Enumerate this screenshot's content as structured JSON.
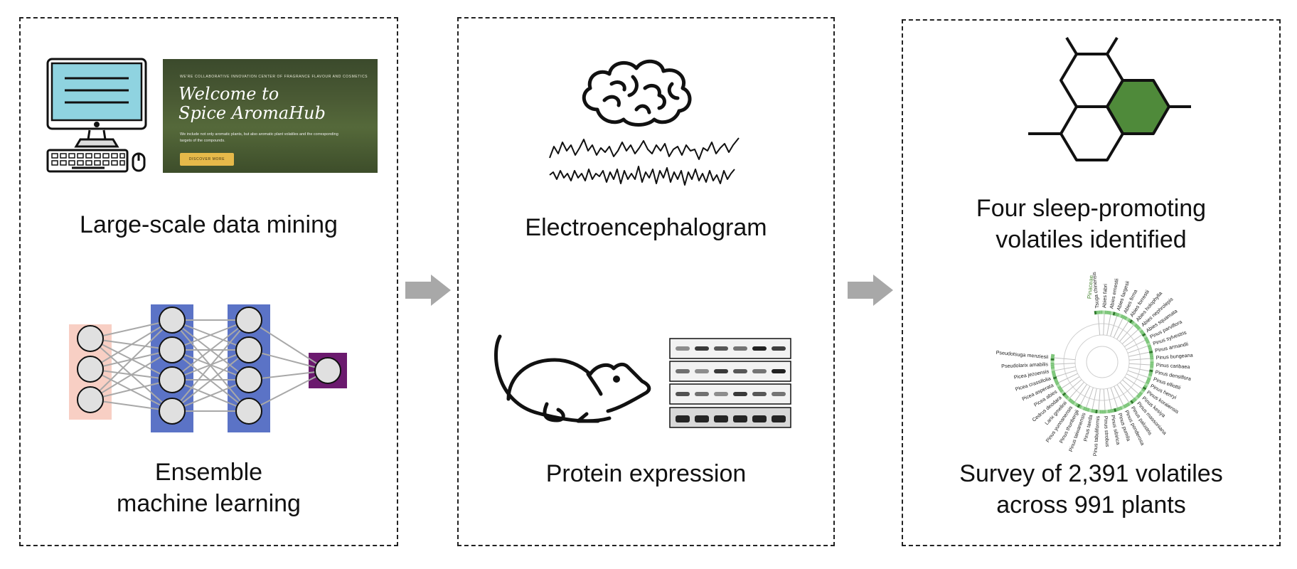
{
  "panels": {
    "mining": {
      "label": "Large-scale data mining",
      "banner": {
        "tagline": "WE'RE COLLABORATIVE INNOVATION CENTER OF FRAGRANCE FLAVOUR AND COSMETICS",
        "title": "Welcome to\nSpice AromaHub",
        "description": "We include not only aromatic plants, but also aromatic plant volatiles and the corresponding targets of the compounds.",
        "button": "DISCOVER MORE"
      }
    },
    "ml": {
      "label": "Ensemble\nmachine learning"
    },
    "eeg": {
      "label": "Electroencephalogram"
    },
    "protein": {
      "label": "Protein expression"
    },
    "volatiles": {
      "label": "Four sleep-promoting\nvolatiles identified"
    },
    "survey": {
      "label": "Survey of 2,391 volatiles\nacross 991 plants",
      "tree_family": "Pinaceae",
      "tree_species": [
        "Tsuga chinensis",
        "Abies fabri",
        "Abies ernestii",
        "Abies fargesii",
        "Abies firma",
        "Abies forrestii",
        "Abies holophylla",
        "Abies nephrolepis",
        "Abies squamata",
        "Pinus parviflora",
        "Pinus sylvestris",
        "Pinus armandii",
        "Pinus bungeana",
        "Pinus caribaea",
        "Pinus densiflora",
        "Pinus elliottii",
        "Pinus henryi",
        "Pinus koraiensis",
        "Pinus kesiya",
        "Pinus massoniana",
        "Pinus palustris",
        "Pinus ponderosa",
        "Pinus pumila",
        "Pinus sibirica",
        "Pinus strobus",
        "Pinus tabuliformis",
        "Pinus taeda",
        "Pinus taiwanensis",
        "Pinus thunbergii",
        "Pinus yunnanensis",
        "Larix gmelinii",
        "Cedrus deodara",
        "Picea abies",
        "Picea asperata",
        "Picea crassifolia",
        "Picea jezoensis",
        "Pseudolarix amabilis",
        "Pseudotsuga menziesii"
      ]
    }
  },
  "colors": {
    "monitor_screen": "#8fd3e0",
    "nn_input_bg": "#f8cfc4",
    "nn_hidden_bg": "#5b73c6",
    "nn_output_bg": "#6b1a6e",
    "node_fill": "#e0e0e0",
    "arrow": "#a8a8a8",
    "molecule_accent": "#4f8a3a",
    "tree_green": "#7dc67a",
    "banner_button": "#e6b94a"
  },
  "icons": [
    "computer-icon",
    "brain-icon",
    "eeg-waves-icon",
    "mouse-rat-icon",
    "western-blot-icon",
    "molecule-icon",
    "phylogenetic-tree-icon",
    "arrow-right-icon"
  ]
}
